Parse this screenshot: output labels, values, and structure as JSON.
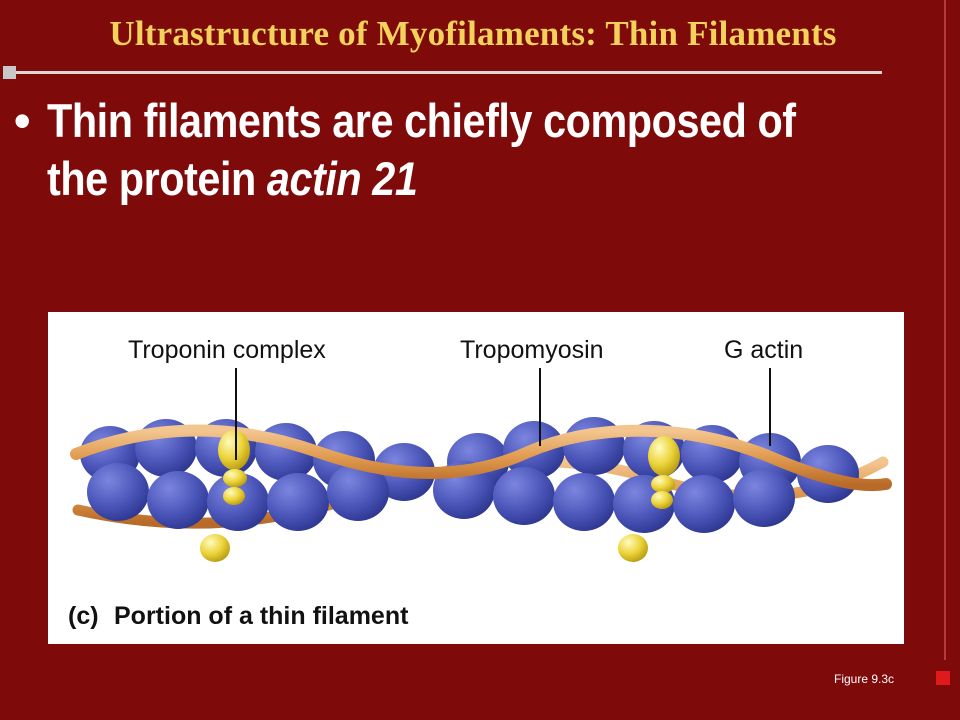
{
  "slide": {
    "title": "Ultrastructure of Myofilaments: Thin Filaments",
    "bullet": {
      "text_plain": "Thin filaments are chiefly composed of the protein ",
      "text_emphasis": "actin 21"
    },
    "figure_caption": "Figure 9.3c"
  },
  "diagram": {
    "labels": {
      "troponin": "Troponin complex",
      "tropomyosin": "Tropomyosin",
      "g_actin": "G actin"
    },
    "panel_letter": "(c)",
    "panel_caption": "Portion of a thin filament"
  },
  "colors": {
    "background": "#7f0a0a",
    "title": "#f2d25a",
    "actin": "#4a55b8",
    "tropomyosin": "#e09a4e",
    "troponin": "#ecd43a"
  }
}
